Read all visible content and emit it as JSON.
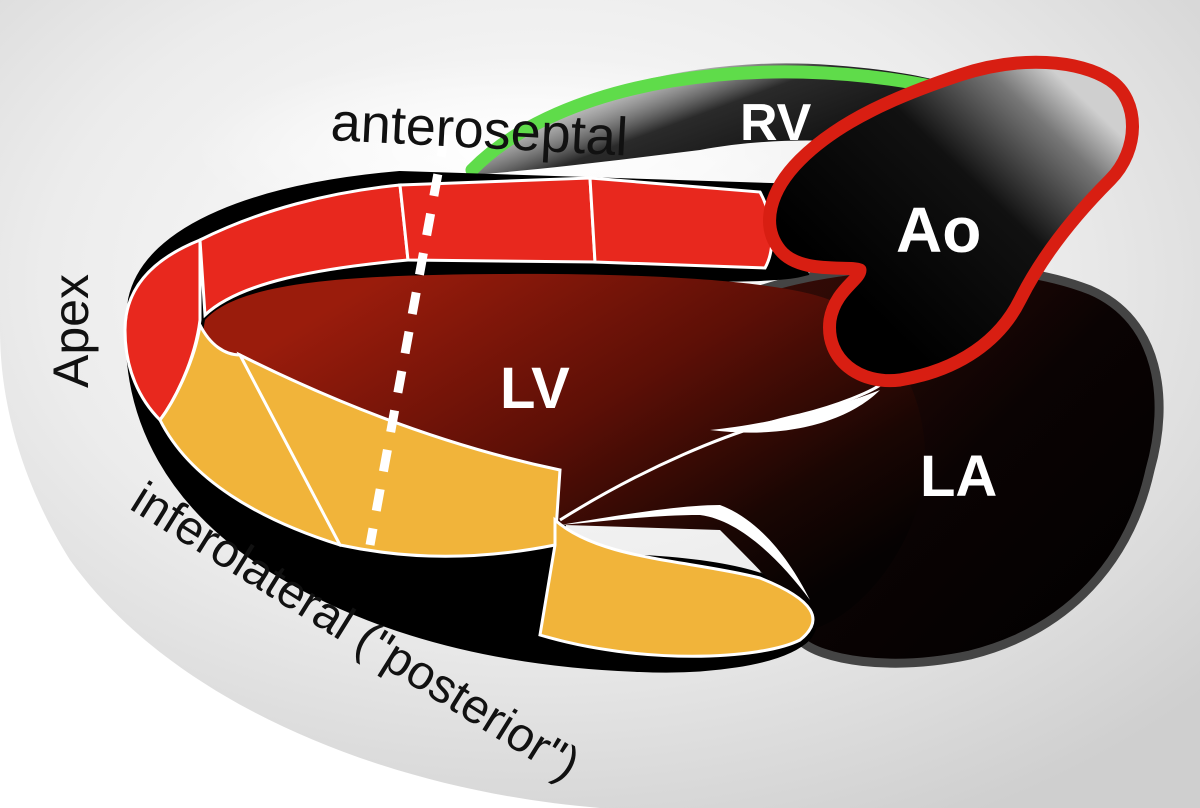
{
  "labels": {
    "anteroseptal": "anteroseptal",
    "rv": "RV",
    "ao": "Ao",
    "lv": "LV",
    "la": "LA",
    "apex": "Apex",
    "inferolateral": "inferolateral (\"posterior\")"
  },
  "colors": {
    "background_gray": "#cfcfcf",
    "anteroseptal_segments": "#e8281e",
    "inferolateral_segments": "#f1b43a",
    "rv_band": "#5fdc4a",
    "aorta_outline": "#d81e12",
    "chamber_dark": "#0a0505",
    "lv_cavity": "#7a1408",
    "outline": "#000000",
    "divider": "#ffffff"
  }
}
